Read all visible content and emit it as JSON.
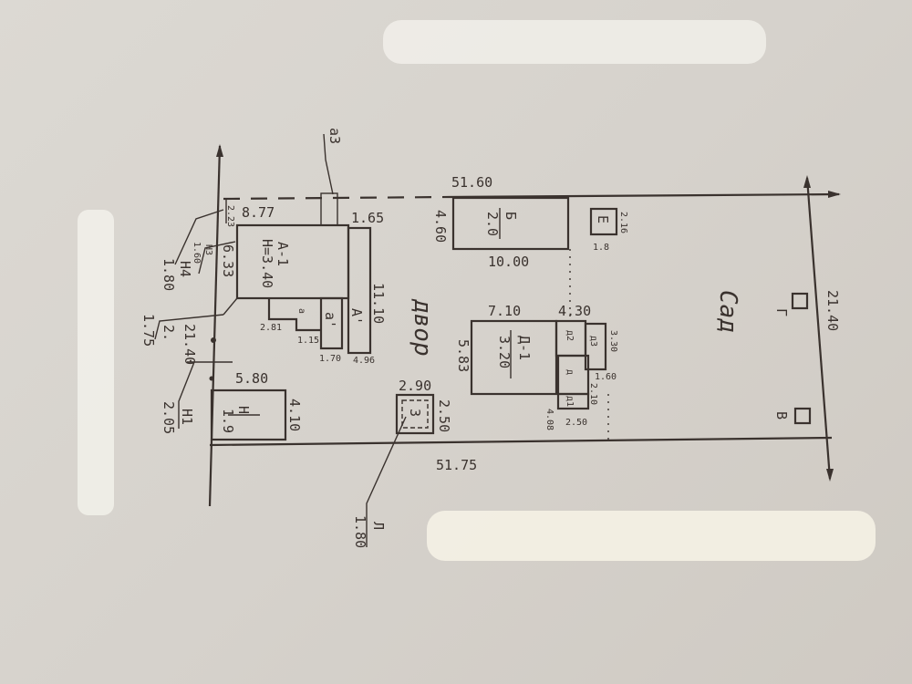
{
  "plan": {
    "top_length": "51.60",
    "bottom_length": "51.75",
    "right_width": "21.40",
    "garden_label": "Сад",
    "yard_label": "двор",
    "labels": {
      "a3": "а3",
      "d877": "8.77",
      "d165": "1.65",
      "d223": "2.23",
      "a1_name": "А-1",
      "a1_height": "Н=3.40",
      "d633": "6.33",
      "d1110": "11.10",
      "d281": "2.81",
      "d115": "1.15",
      "d170": "1.70",
      "d496": "4.96",
      "a_small": "а",
      "a_prime": "а'",
      "A_prime": "А'",
      "n4": "Н4",
      "n4_h": "1.80",
      "n3": "Н3",
      "n3_h": "1.60",
      "n2": "2.",
      "n2_h": "1.75",
      "d2140_left": "21.40",
      "n1": "Н1",
      "n1_h": "2.05",
      "d580": "5.80",
      "h_name": "Н",
      "h_val": "1.9",
      "d410": "4.10",
      "d290": "2.90",
      "z3": "3",
      "d250a": "2.50",
      "l_name": "Л",
      "l_h": "1.80",
      "d460": "4.60",
      "b_name": "Б",
      "b_val": "2.0",
      "d1000": "10.00",
      "e_name": "Е",
      "d216": "2.16",
      "d18": "1.8",
      "d710": "7.10",
      "d430": "4.30",
      "d583": "5.83",
      "d1_name": "Д-1",
      "d1_val": "3.20",
      "dd2": "д2",
      "dd3": "д3",
      "dd": "д",
      "dd1": "д1",
      "d330": "3.30",
      "d160": "1.60",
      "d210": "2.10",
      "d250b": "2.50",
      "d408": "4.08",
      "g_name": "Г",
      "v_name": "В"
    }
  }
}
